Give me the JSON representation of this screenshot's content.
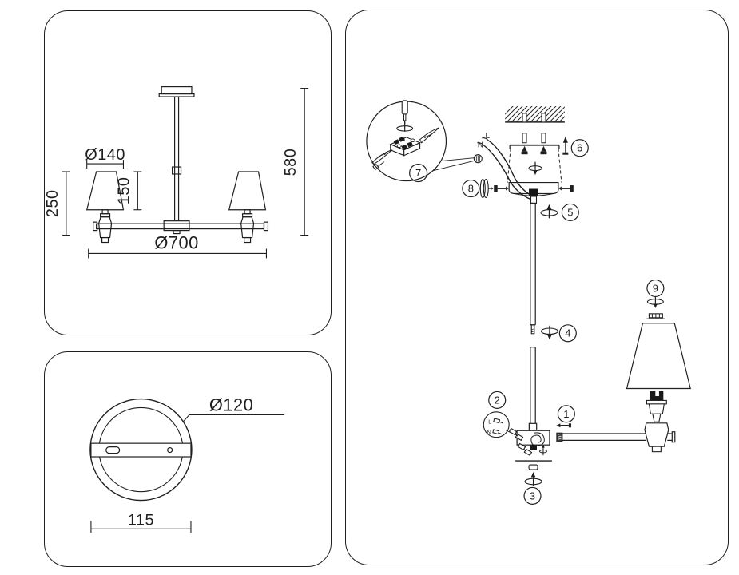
{
  "colors": {
    "ink": "#1f1f1f",
    "background": "#ffffff"
  },
  "panel_side_view": {
    "dims": {
      "shade_diameter": "Ø140",
      "shade_height": "150",
      "fixture_height": "250",
      "overall_height": "580",
      "overall_diameter": "Ø700"
    }
  },
  "panel_canopy": {
    "dims": {
      "canopy_diameter": "Ø120",
      "bracket_length": "115"
    }
  },
  "panel_assembly": {
    "steps": [
      "1",
      "2",
      "3",
      "4",
      "5",
      "6",
      "7",
      "8",
      "9"
    ],
    "wires": {
      "neutral": "N",
      "live": "L"
    },
    "connectors": {
      "live": "L",
      "neutral": "N"
    }
  }
}
